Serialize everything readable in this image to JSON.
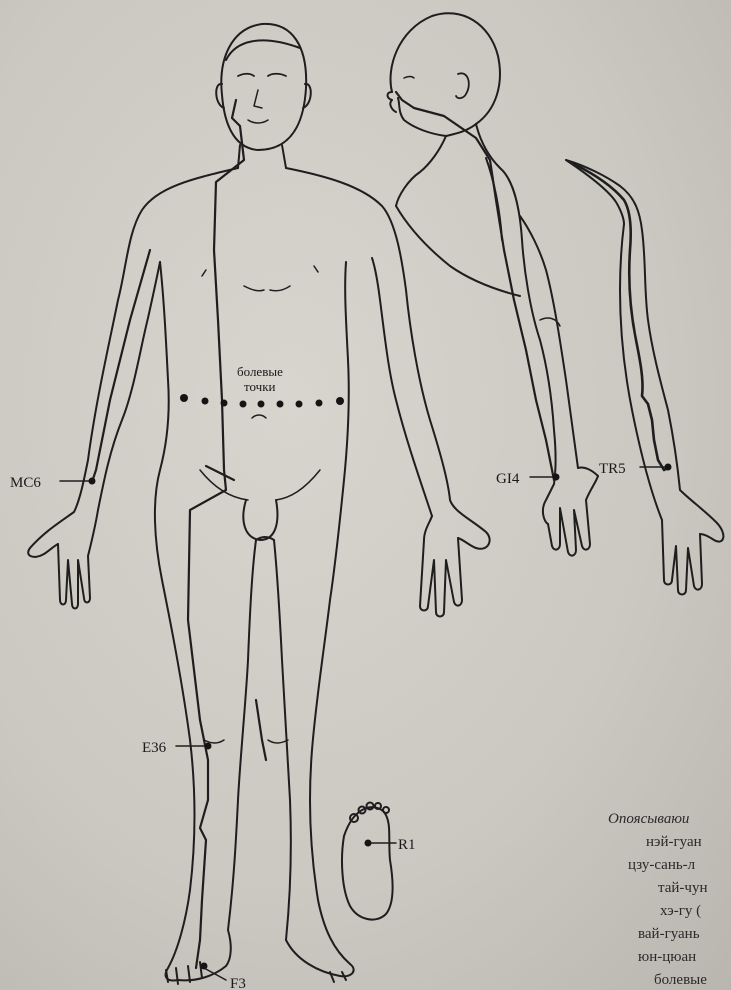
{
  "figure": {
    "pain_points_label": [
      "болевые",
      "точки"
    ],
    "point_labels": {
      "mc6": "MC6",
      "gi4": "GI4",
      "tr5": "TR5",
      "e36": "E36",
      "r1": "R1",
      "f3": "F3"
    }
  },
  "caption": {
    "lines": [
      "Опоясываюи",
      "нэй-гуан",
      "цзу-сань-л",
      "тай-чун",
      "хэ-гу (",
      "вай-гуань",
      "юн-цюан",
      "болевые"
    ]
  }
}
